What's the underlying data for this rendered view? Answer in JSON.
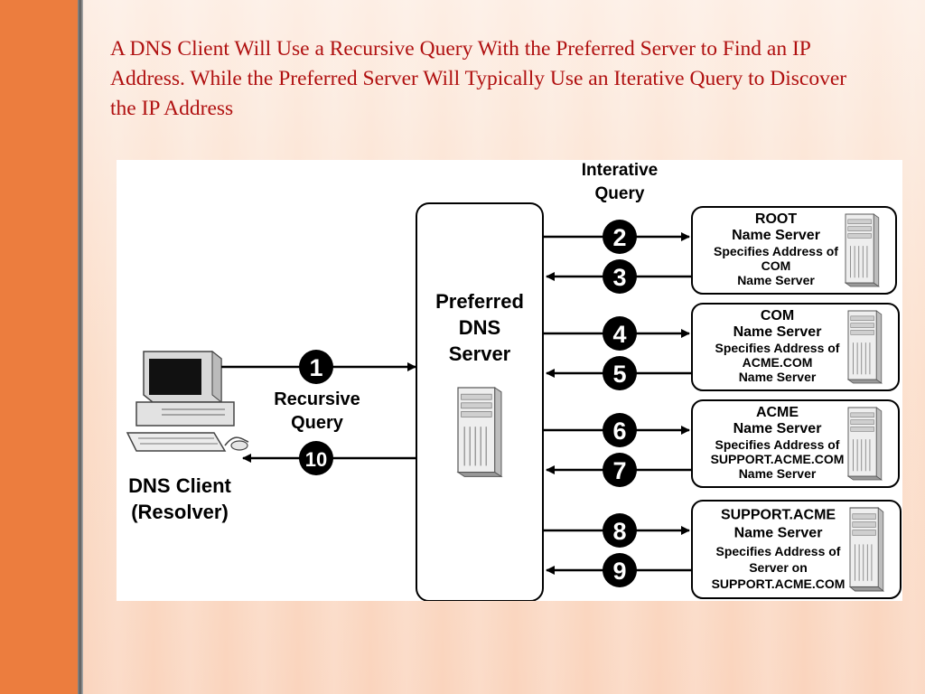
{
  "slide": {
    "title": "A DNS Client Will Use a Recursive Query With the Preferred Server to Find an IP Address. While the Preferred Server Will Typically Use an Iterative Query to Discover the IP Address"
  },
  "colors": {
    "sidebar": "#ec7d3e",
    "title": "#b01010",
    "ink": "#000000"
  },
  "diagram": {
    "client": {
      "label1": "DNS Client",
      "label2": "(Resolver)",
      "icon": "computer-icon"
    },
    "recursive": {
      "label1": "Recursive",
      "label2": "Query",
      "step_out": "1",
      "step_in": "10"
    },
    "preferred": {
      "label1": "Preferred",
      "label2": "DNS",
      "label3": "Server",
      "icon": "server-icon"
    },
    "iterative": {
      "label1": "Interative",
      "label2": "Query"
    },
    "servers": [
      {
        "l1": "ROOT",
        "l2": "Name Server",
        "l3": "Specifies Address of",
        "l4": "COM",
        "l5": "Name Server",
        "step_out": "2",
        "step_in": "3"
      },
      {
        "l1": "COM",
        "l2": "Name Server",
        "l3": "Specifies Address of",
        "l4": "ACME.COM",
        "l5": "Name Server",
        "step_out": "4",
        "step_in": "5"
      },
      {
        "l1": "ACME",
        "l2": "Name Server",
        "l3": "Specifies Address of",
        "l4": "SUPPORT.ACME.COM",
        "l5": "Name Server",
        "step_out": "6",
        "step_in": "7"
      },
      {
        "l1": "SUPPORT.ACME",
        "l2": "Name Server",
        "l3": "Specifies Address of",
        "l4": "Server on",
        "l5": "SUPPORT.ACME.COM",
        "step_out": "8",
        "step_in": "9"
      }
    ]
  }
}
